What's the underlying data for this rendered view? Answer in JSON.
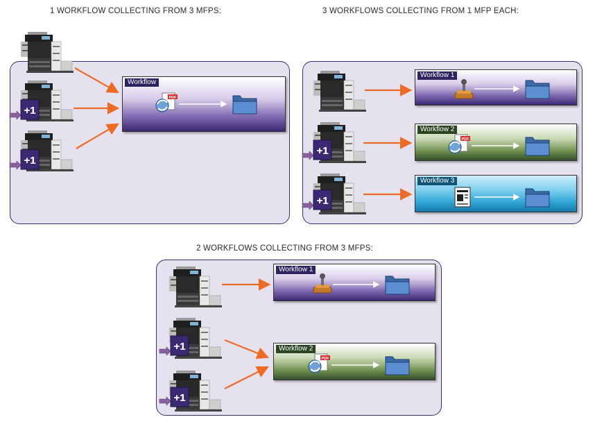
{
  "sections": [
    {
      "title": "1 WORKFLOW COLLECTING FROM 3 MFPS:"
    },
    {
      "title": "3 WORKFLOWS COLLECTING FROM 1 MFP EACH:"
    },
    {
      "title": "2 WORKFLOWS COLLECTING FROM 3 MFPS:"
    }
  ],
  "workflows": {
    "s1_w1": "Workflow",
    "s2_w1": "Workflow 1",
    "s2_w2": "Workflow 2",
    "s2_w3": "Workflow 3",
    "s3_w1": "Workflow 1",
    "s3_w2": "Workflow 2"
  },
  "badge": "+1",
  "pdf_label": "PDF",
  "icons": {
    "source_pdf": "pdf-scan-icon",
    "source_scanner": "scan-stamp-icon",
    "source_document": "document-icon",
    "destination": "folder-icon",
    "device": "mfp-printer-icon"
  },
  "colors": {
    "panel_bg": "#e5e1ee",
    "panel_border": "#3a2d68",
    "arrow": "#ee6b25",
    "purple": "#3b2a73",
    "green": "#33502a",
    "blue": "#1678a8",
    "badge": "#3b2a73"
  }
}
